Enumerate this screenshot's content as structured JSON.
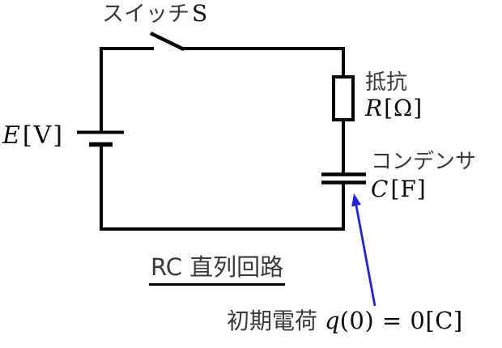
{
  "figure": {
    "type": "circuit-diagram",
    "caption": "RC 直列回路",
    "switch_label": {
      "jp": "スイッチ",
      "symbol": "S"
    },
    "battery_label": {
      "symbol": "E",
      "unit": "[V]"
    },
    "resistor_label": {
      "jp": "抵抗",
      "symbol": "R",
      "unit": "[Ω]"
    },
    "capacitor_label": {
      "jp": "コンデンサ",
      "symbol": "C",
      "unit": "[F]"
    },
    "annotation": {
      "jp": "初期電荷",
      "symbol": "q",
      "rest": "(0) = 0",
      "unit": "[C]"
    },
    "colors": {
      "wire": "#000000",
      "jp_text": "#3a3a3a",
      "math_text": "#0d0d0d",
      "arrow": "#2222dd"
    }
  }
}
